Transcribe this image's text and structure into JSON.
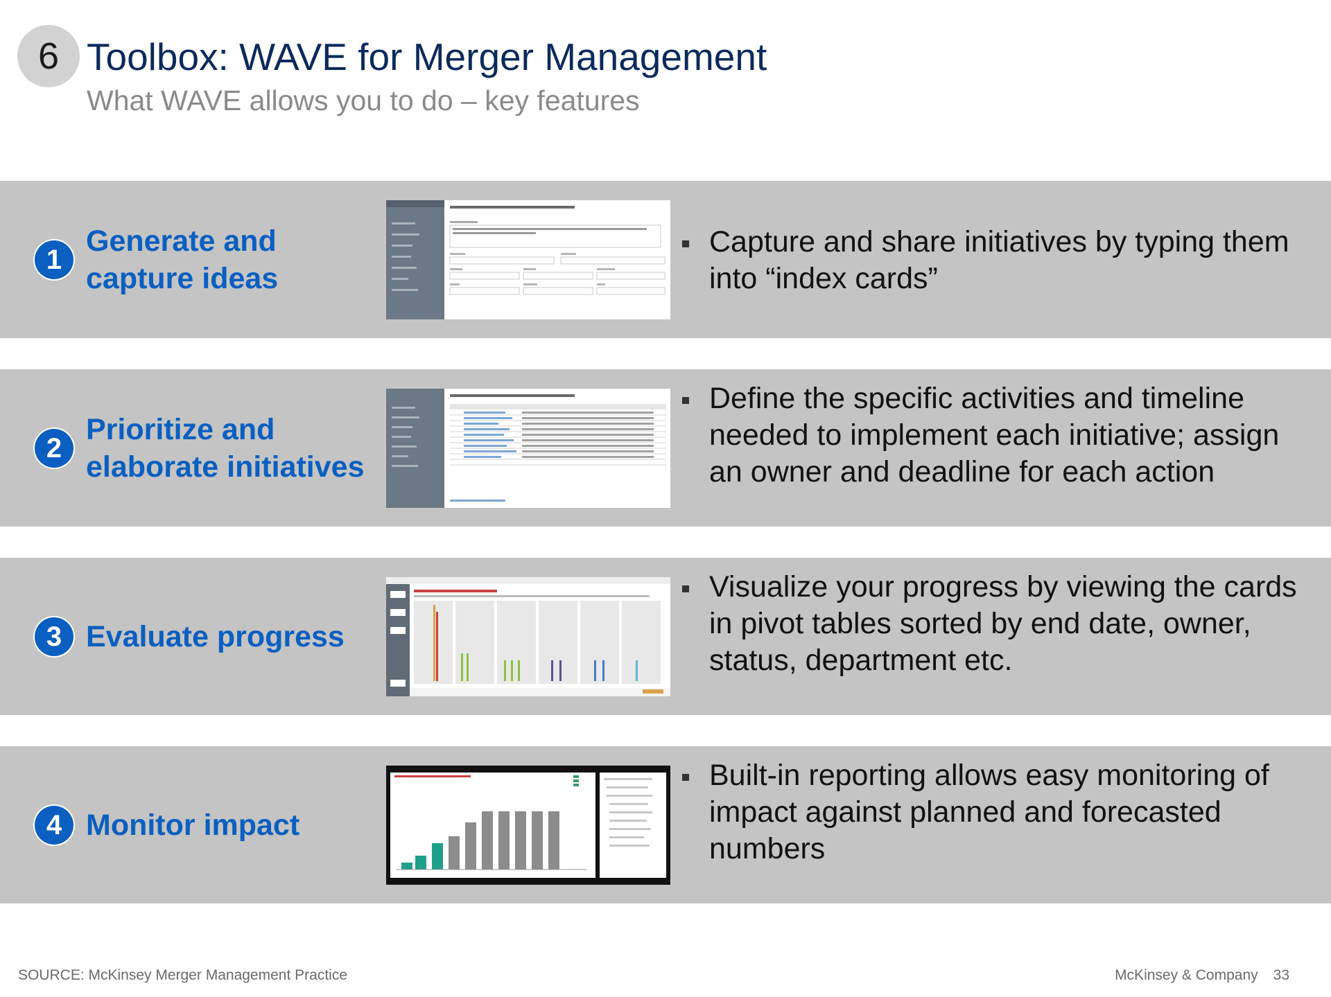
{
  "header": {
    "section_number": "6",
    "title": "Toolbox: WAVE for Merger Management",
    "subtitle": "What WAVE allows you to do – key features"
  },
  "features": [
    {
      "number": "1",
      "heading_lines": [
        "Generate and",
        "capture ideas"
      ],
      "description": "Capture and share initiatives by typing them into “index cards”",
      "screenshot_icon": "index-card-form-screenshot"
    },
    {
      "number": "2",
      "heading_lines": [
        "Prioritize and",
        "elaborate initiatives"
      ],
      "description": "Define the specific activities and timeline needed to implement each initiative; assign an owner and deadline for each action",
      "screenshot_icon": "activity-table-screenshot"
    },
    {
      "number": "3",
      "heading_lines": [
        "Evaluate progress"
      ],
      "description": "Visualize your progress by viewing the cards in pivot tables sorted by end date, owner, status, department etc.",
      "screenshot_icon": "pivot-board-screenshot"
    },
    {
      "number": "4",
      "heading_lines": [
        "Monitor impact"
      ],
      "description": "Built-in reporting allows easy monitoring of impact against planned and forecasted numbers",
      "screenshot_icon": "impact-chart-screenshot"
    }
  ],
  "footer": {
    "source": "SOURCE: McKinsey Merger Management Practice",
    "company": "McKinsey & Company",
    "page_number": "33"
  },
  "colors": {
    "title": "#0b2a5c",
    "accent_blue": "#0a5fc1",
    "row_band": "#c4c4c4",
    "subtitle": "#8a8a8a"
  }
}
